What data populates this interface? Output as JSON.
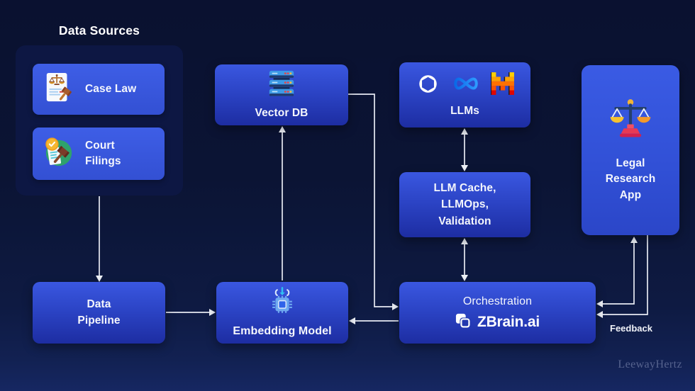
{
  "heading": "Data Sources",
  "nodes": {
    "case_law": "Case Law",
    "court_filings": "Court\nFilings",
    "vector_db": "Vector DB",
    "llms": "LLMs",
    "llm_cache": "LLM Cache,\nLLMOps,\nValidation",
    "legal_research_app": "Legal\nResearch\nApp",
    "data_pipeline": "Data\nPipeline",
    "embedding_model": "Embedding Model",
    "orchestration": "Orchestration",
    "orchestration_brand": "ZBrain.ai"
  },
  "labels": {
    "feedback": "Feedback",
    "watermark": "LeewayHertz"
  },
  "icons": {
    "case_law": "legal-document-icon",
    "court_filings": "court-gavel-icon",
    "vector_db": "server-stack-icon",
    "embedding_model": "chip-icon",
    "legal_research_app": "scales-of-justice-icon",
    "llm_logos": [
      "openai-logo",
      "meta-logo",
      "mistral-logo"
    ],
    "orchestration": "zbrain-logo"
  },
  "colors": {
    "background_top": "#0a1130",
    "background_bottom": "#162762",
    "node_blue_top": "#3a57e0",
    "node_blue_bottom": "#1d2da2",
    "container_navy": "#0d1743",
    "arrow": "#e7eaf3",
    "meta_blue": "#1e8cf5",
    "mistral_orange": "#ff7100",
    "scales_yellow": "#f6c22e"
  },
  "edges": [
    {
      "from": "Data Sources",
      "to": "Data Pipeline",
      "direction": "one-way"
    },
    {
      "from": "Data Pipeline",
      "to": "Embedding Model",
      "direction": "one-way"
    },
    {
      "from": "Embedding Model",
      "to": "Vector DB",
      "direction": "one-way"
    },
    {
      "from": "Vector DB",
      "to": "Orchestration",
      "direction": "one-way"
    },
    {
      "from": "Orchestration",
      "to": "Embedding Model",
      "direction": "one-way"
    },
    {
      "from": "LLMs",
      "to": "LLM Cache, LLMOps, Validation",
      "direction": "two-way"
    },
    {
      "from": "LLM Cache, LLMOps, Validation",
      "to": "Orchestration",
      "direction": "two-way"
    },
    {
      "from": "Orchestration",
      "to": "Legal Research App",
      "direction": "two-way"
    },
    {
      "from": "Legal Research App",
      "to": "Orchestration",
      "direction": "one-way",
      "label": "Feedback"
    }
  ]
}
